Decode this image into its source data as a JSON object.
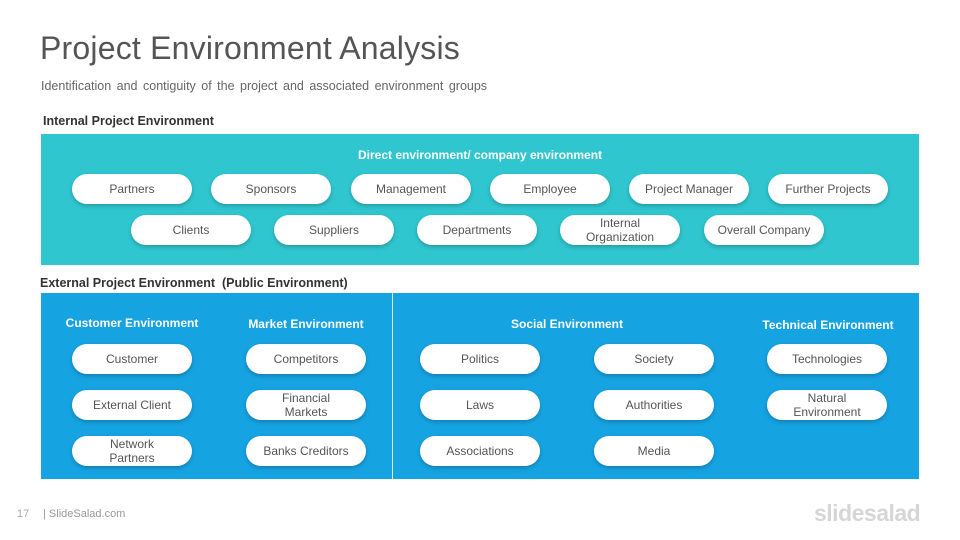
{
  "title": "Project Environment Analysis",
  "subtitle": "Identification and contiguity of the project and associated environment groups",
  "internal": {
    "label": "Internal Project Environment",
    "heading": "Direct environment/ company environment",
    "row1": [
      "Partners",
      "Sponsors",
      "Management",
      "Employee",
      "Project Manager",
      "Further Projects"
    ],
    "row2": [
      "Clients",
      "Suppliers",
      "Departments",
      "Internal\nOrganization",
      "Overall Company"
    ]
  },
  "external": {
    "label": "External Project Environment  (Public Environment)",
    "customer": {
      "title": "Customer Environment",
      "items": [
        "Customer",
        "External Client",
        "Network\nPartners"
      ]
    },
    "market": {
      "title": "Market Environment",
      "items": [
        "Competitors",
        "Financial\nMarkets",
        "Banks Creditors"
      ]
    },
    "social": {
      "title": "Social Environment",
      "col1": [
        "Politics",
        "Laws",
        "Associations"
      ],
      "col2": [
        "Society",
        "Authorities",
        "Media"
      ]
    },
    "technical": {
      "title": "Technical Environment",
      "items": [
        "Technologies",
        "Natural\nEnvironment"
      ]
    }
  },
  "footer": {
    "page": "17",
    "site": "| SlideSalad.com",
    "logo": "slidesalad"
  },
  "colors": {
    "internal_panel": "#2fc6cf",
    "external_panel": "#16a3e2"
  }
}
